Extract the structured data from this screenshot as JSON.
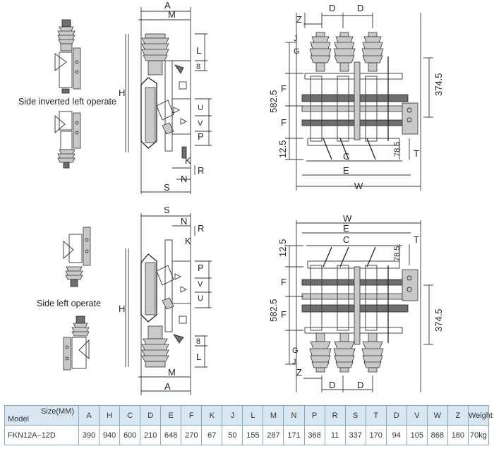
{
  "captions": {
    "top": "Side inverted left operate",
    "bottom": "Side left operate"
  },
  "labels": {
    "A": "A",
    "M": "M",
    "L": "L",
    "H": "H",
    "eight": "8",
    "U": "U",
    "V": "V",
    "P": "P",
    "K": "K",
    "N": "N",
    "R": "R",
    "S": "S",
    "Z": "Z",
    "J": "J",
    "D": "D",
    "F": "F",
    "C": "C",
    "E": "E",
    "W": "W",
    "T": "T",
    "G": "G",
    "d5825": "582.5",
    "d3745": "374.5",
    "d125": "12.5",
    "d785": "78.5"
  },
  "table": {
    "corner_top": "Size(MM)",
    "corner_bottom": "Model",
    "columns": [
      "A",
      "H",
      "C",
      "D",
      "E",
      "F",
      "K",
      "J",
      "L",
      "M",
      "N",
      "P",
      "R",
      "S",
      "T",
      "D",
      "V",
      "W",
      "Z",
      "Weight"
    ],
    "rows": [
      {
        "model": "FKN12A–12D",
        "values": [
          "390",
          "940",
          "600",
          "210",
          "648",
          "270",
          "67",
          "50",
          "155",
          "287",
          "171",
          "368",
          "11",
          "337",
          "170",
          "94",
          "105",
          "868",
          "180",
          "70kg"
        ]
      }
    ]
  }
}
